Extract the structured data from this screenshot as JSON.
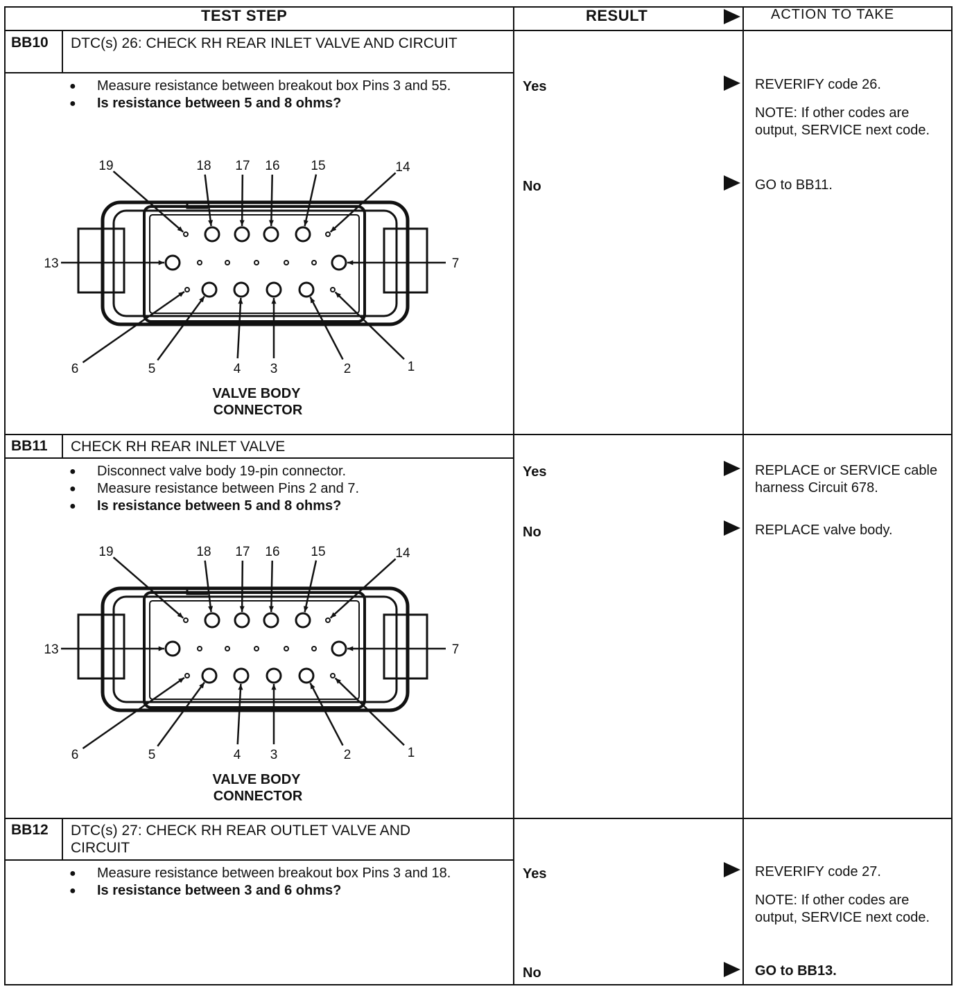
{
  "header": {
    "test_step": "TEST STEP",
    "result": "RESULT",
    "action": "ACTION TO TAKE"
  },
  "steps": [
    {
      "id": "BB10",
      "title": "DTC(s) 26: CHECK RH REAR INLET VALVE AND CIRCUIT",
      "bullets": [
        "Measure resistance between breakout box Pins 3 and 55.",
        "Is resistance between 5 and 8 ohms?"
      ],
      "diagram": {
        "caption_line1": "VALVE BODY",
        "caption_line2": "CONNECTOR",
        "pins": [
          "19",
          "18",
          "17",
          "16",
          "15",
          "14",
          "13",
          "7",
          "6",
          "5",
          "4",
          "3",
          "2",
          "1"
        ]
      },
      "results": [
        {
          "label": "Yes",
          "actions": [
            "REVERIFY code 26.",
            "NOTE: If other codes are output, SERVICE next code."
          ]
        },
        {
          "label": "No",
          "actions": [
            "GO to BB11."
          ]
        }
      ]
    },
    {
      "id": "BB11",
      "title": "CHECK RH REAR INLET VALVE",
      "bullets": [
        "Disconnect valve body 19-pin connector.",
        "Measure resistance between Pins 2 and 7.",
        "Is resistance between 5 and 8 ohms?"
      ],
      "diagram": {
        "caption_line1": "VALVE BODY",
        "caption_line2": "CONNECTOR",
        "pins": [
          "19",
          "18",
          "17",
          "16",
          "15",
          "14",
          "13",
          "7",
          "6",
          "5",
          "4",
          "3",
          "2",
          "1"
        ]
      },
      "results": [
        {
          "label": "Yes",
          "actions": [
            "REPLACE or SERVICE cable harness Circuit 678."
          ]
        },
        {
          "label": "No",
          "actions": [
            "REPLACE valve body."
          ]
        }
      ]
    },
    {
      "id": "BB12",
      "title": "DTC(s) 27: CHECK RH REAR OUTLET VALVE AND CIRCUIT",
      "bullets": [
        "Measure resistance between breakout box Pins 3 and 18.",
        "Is resistance between 3 and 6 ohms?"
      ],
      "results": [
        {
          "label": "Yes",
          "actions": [
            "REVERIFY code 27.",
            "NOTE: If other codes are output, SERVICE next code."
          ]
        },
        {
          "label": "No",
          "actions": [
            "GO to BB13."
          ]
        }
      ]
    }
  ]
}
